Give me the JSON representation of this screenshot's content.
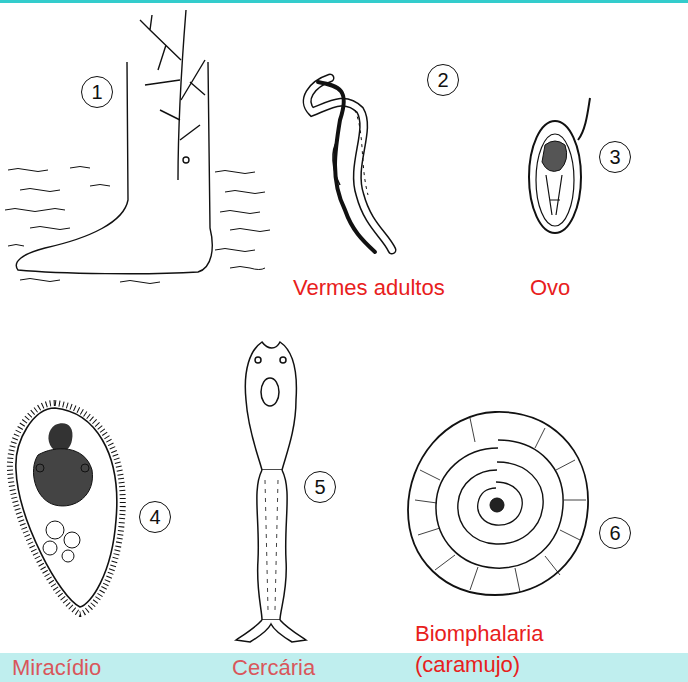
{
  "diagram": {
    "nodes": [
      {
        "text": [
          "1"
        ]
      },
      {
        "text": [
          "2"
        ]
      },
      {
        "text": [
          "3"
        ]
      },
      {
        "text": [
          "4"
        ]
      },
      {
        "text": [
          "5"
        ]
      },
      {
        "text": [
          "6"
        ]
      }
    ],
    "labels": [
      "Vermes adultos",
      "Ovo",
      "Miracídio",
      "Cercária",
      "Biomphalaria (caramujo)"
    ]
  }
}
